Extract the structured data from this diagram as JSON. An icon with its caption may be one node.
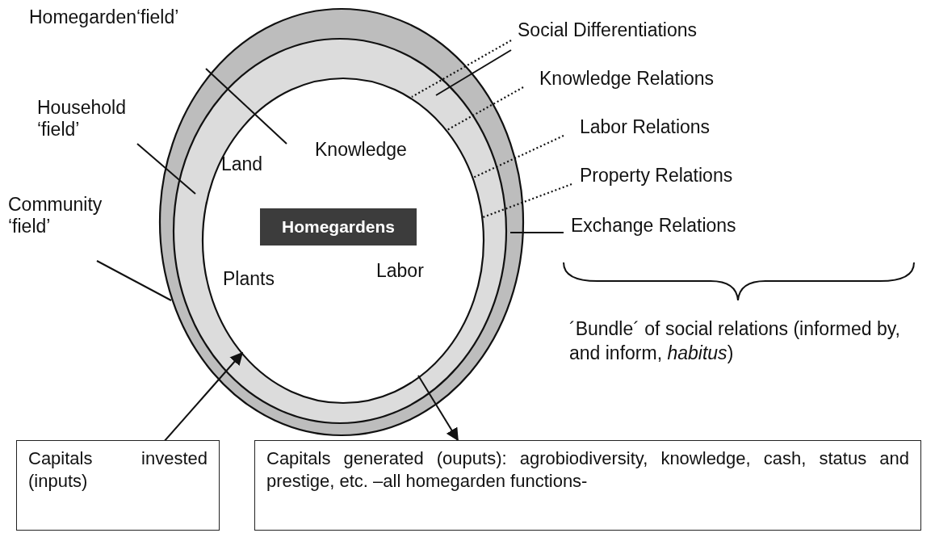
{
  "diagram": {
    "nodes": [
      {
        "text": [],
        "shape": "ellipse"
      },
      {
        "text": [],
        "shape": "ellipse",
        "in": 0
      },
      {
        "text": [],
        "shape": "ellipse",
        "in": 1
      },
      {
        "text": [
          "Homegardens"
        ],
        "in": 2
      },
      {
        "text": [
          "Land"
        ],
        "in": 2
      },
      {
        "text": [
          "Knowledge"
        ],
        "in": 2
      },
      {
        "text": [
          "Plants"
        ],
        "in": 2
      },
      {
        "text": [
          "Labor"
        ],
        "in": 2
      },
      {
        "text": [
          "Homegarden‘field’"
        ]
      },
      {
        "text": [
          "Household ‘field’"
        ]
      },
      {
        "text": [
          "Community ‘field’"
        ]
      },
      {
        "text": [
          "Social Differentiations"
        ]
      },
      {
        "text": [
          "Knowledge Relations"
        ]
      },
      {
        "text": [
          "Labor Relations"
        ]
      },
      {
        "text": [
          "Property Relations"
        ]
      },
      {
        "text": [
          "Exchange Relations"
        ]
      },
      {
        "text": [
          "Capitals invested (inputs)"
        ]
      },
      {
        "text": [
          "Capitals generated (ouputs): agrobiodiversity, knowledge, cash, status and prestige, etc. –all homegarden functions-"
        ]
      }
    ],
    "edges": [
      {
        "from": 8,
        "to": 2,
        "arrow": "none"
      },
      {
        "from": 9,
        "to": 1,
        "arrow": "none"
      },
      {
        "from": 10,
        "to": 0,
        "arrow": "none"
      },
      {
        "from": 11,
        "to": 1,
        "arrow": "none",
        "style": "dashed"
      },
      {
        "from": 11,
        "to": 1,
        "arrow": "none"
      },
      {
        "from": 12,
        "to": 1,
        "arrow": "none",
        "style": "dashed"
      },
      {
        "from": 13,
        "to": 1,
        "arrow": "none",
        "style": "dashed"
      },
      {
        "from": 14,
        "to": 1,
        "arrow": "none",
        "style": "dashed"
      },
      {
        "from": 15,
        "to": 0,
        "arrow": "none"
      },
      {
        "from": 16,
        "to": 2,
        "arrow": "to"
      },
      {
        "from": 2,
        "to": 17,
        "arrow": "to"
      }
    ],
    "labels": [
      "´Bundle´ of social relations (informed by, and inform, *habitus*)"
    ]
  }
}
